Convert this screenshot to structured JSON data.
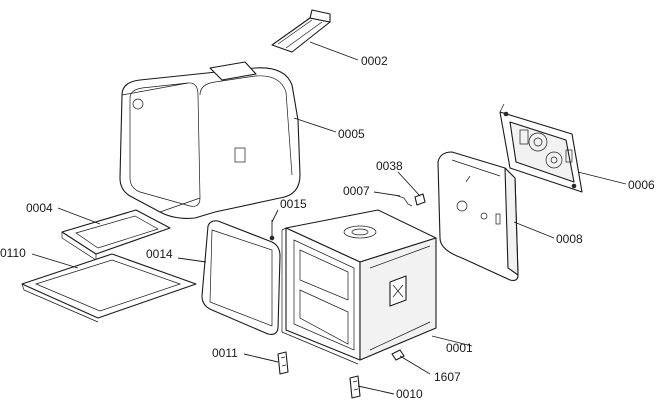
{
  "callouts": {
    "p0002": "0002",
    "p0005": "0005",
    "p0006": "0006",
    "p0038": "0038",
    "p0007": "0007",
    "p0008": "0008",
    "p0004": "0004",
    "p0015": "0015",
    "p0110": "0110",
    "p0014": "0014",
    "p0001": "0001",
    "p0011": "0011",
    "p1607": "1607",
    "p0010": "0010"
  },
  "colors": {
    "line": "#1a1a1a",
    "background": "#ffffff"
  }
}
